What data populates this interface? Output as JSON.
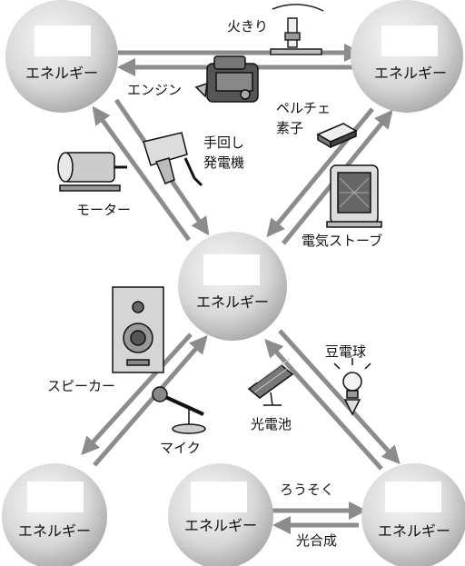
{
  "nodes": {
    "top_left": "エネルギー",
    "top_right": "エネルギー",
    "center": "エネルギー",
    "bottom_left": "エネルギー",
    "bottom_middle": "エネルギー",
    "bottom_right": "エネルギー"
  },
  "devices": {
    "lighter": "火きり",
    "engine": "エンジン",
    "peltier_line1": "ペルチェ",
    "peltier_line2": "素子",
    "hand_generator_line1": "手回し",
    "hand_generator_line2": "発電機",
    "motor": "モーター",
    "electric_stove": "電気ストーブ",
    "speaker": "スピーカー",
    "microphone": "マイク",
    "light_bulb": "豆電球",
    "solar_cell": "光電池",
    "candle": "ろうそく",
    "photosynthesis": "光合成"
  },
  "colors": {
    "arrow": "#8c8c8c",
    "circle_light": "#f2f2f2",
    "circle_dark": "#a8a8a8",
    "label_box": "#ffffff"
  }
}
